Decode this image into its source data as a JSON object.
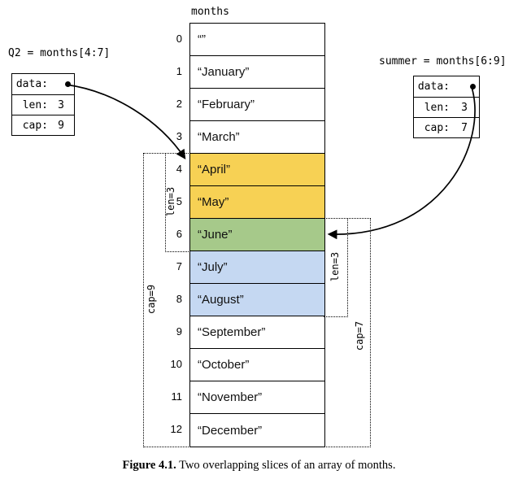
{
  "array": {
    "title": "months",
    "cells": [
      {
        "index": "0",
        "value": "“”",
        "highlight": "none"
      },
      {
        "index": "1",
        "value": "“January”",
        "highlight": "none"
      },
      {
        "index": "2",
        "value": "“February”",
        "highlight": "none"
      },
      {
        "index": "3",
        "value": "“March”",
        "highlight": "none"
      },
      {
        "index": "4",
        "value": "“April”",
        "highlight": "yellow"
      },
      {
        "index": "5",
        "value": "“May”",
        "highlight": "yellow"
      },
      {
        "index": "6",
        "value": "“June”",
        "highlight": "green"
      },
      {
        "index": "7",
        "value": "“July”",
        "highlight": "blue"
      },
      {
        "index": "8",
        "value": "“August”",
        "highlight": "blue"
      },
      {
        "index": "9",
        "value": "“September”",
        "highlight": "none"
      },
      {
        "index": "10",
        "value": "“October”",
        "highlight": "none"
      },
      {
        "index": "11",
        "value": "“November”",
        "highlight": "none"
      },
      {
        "index": "12",
        "value": "“December”",
        "highlight": "none"
      }
    ]
  },
  "slices": [
    {
      "label": "Q2 = months[4:7]",
      "fields": [
        {
          "key": "data:",
          "value": ""
        },
        {
          "key": "len:",
          "value": "3"
        },
        {
          "key": "cap:",
          "value": "9"
        }
      ]
    },
    {
      "label": "summer = months[6:9]",
      "fields": [
        {
          "key": "data:",
          "value": ""
        },
        {
          "key": "len:",
          "value": "3"
        },
        {
          "key": "cap:",
          "value": "7"
        }
      ]
    }
  ],
  "brackets": {
    "q2_len": "len=3",
    "q2_cap": "cap=9",
    "summer_len": "len=3",
    "summer_cap": "cap=7"
  },
  "caption": {
    "label": "Figure 4.1.",
    "text": "Two overlapping slices of an array of months."
  },
  "colors": {
    "yellow": "#f7d154",
    "green": "#a6c98a",
    "blue": "#c5d8f2",
    "none": "#ffffff"
  }
}
